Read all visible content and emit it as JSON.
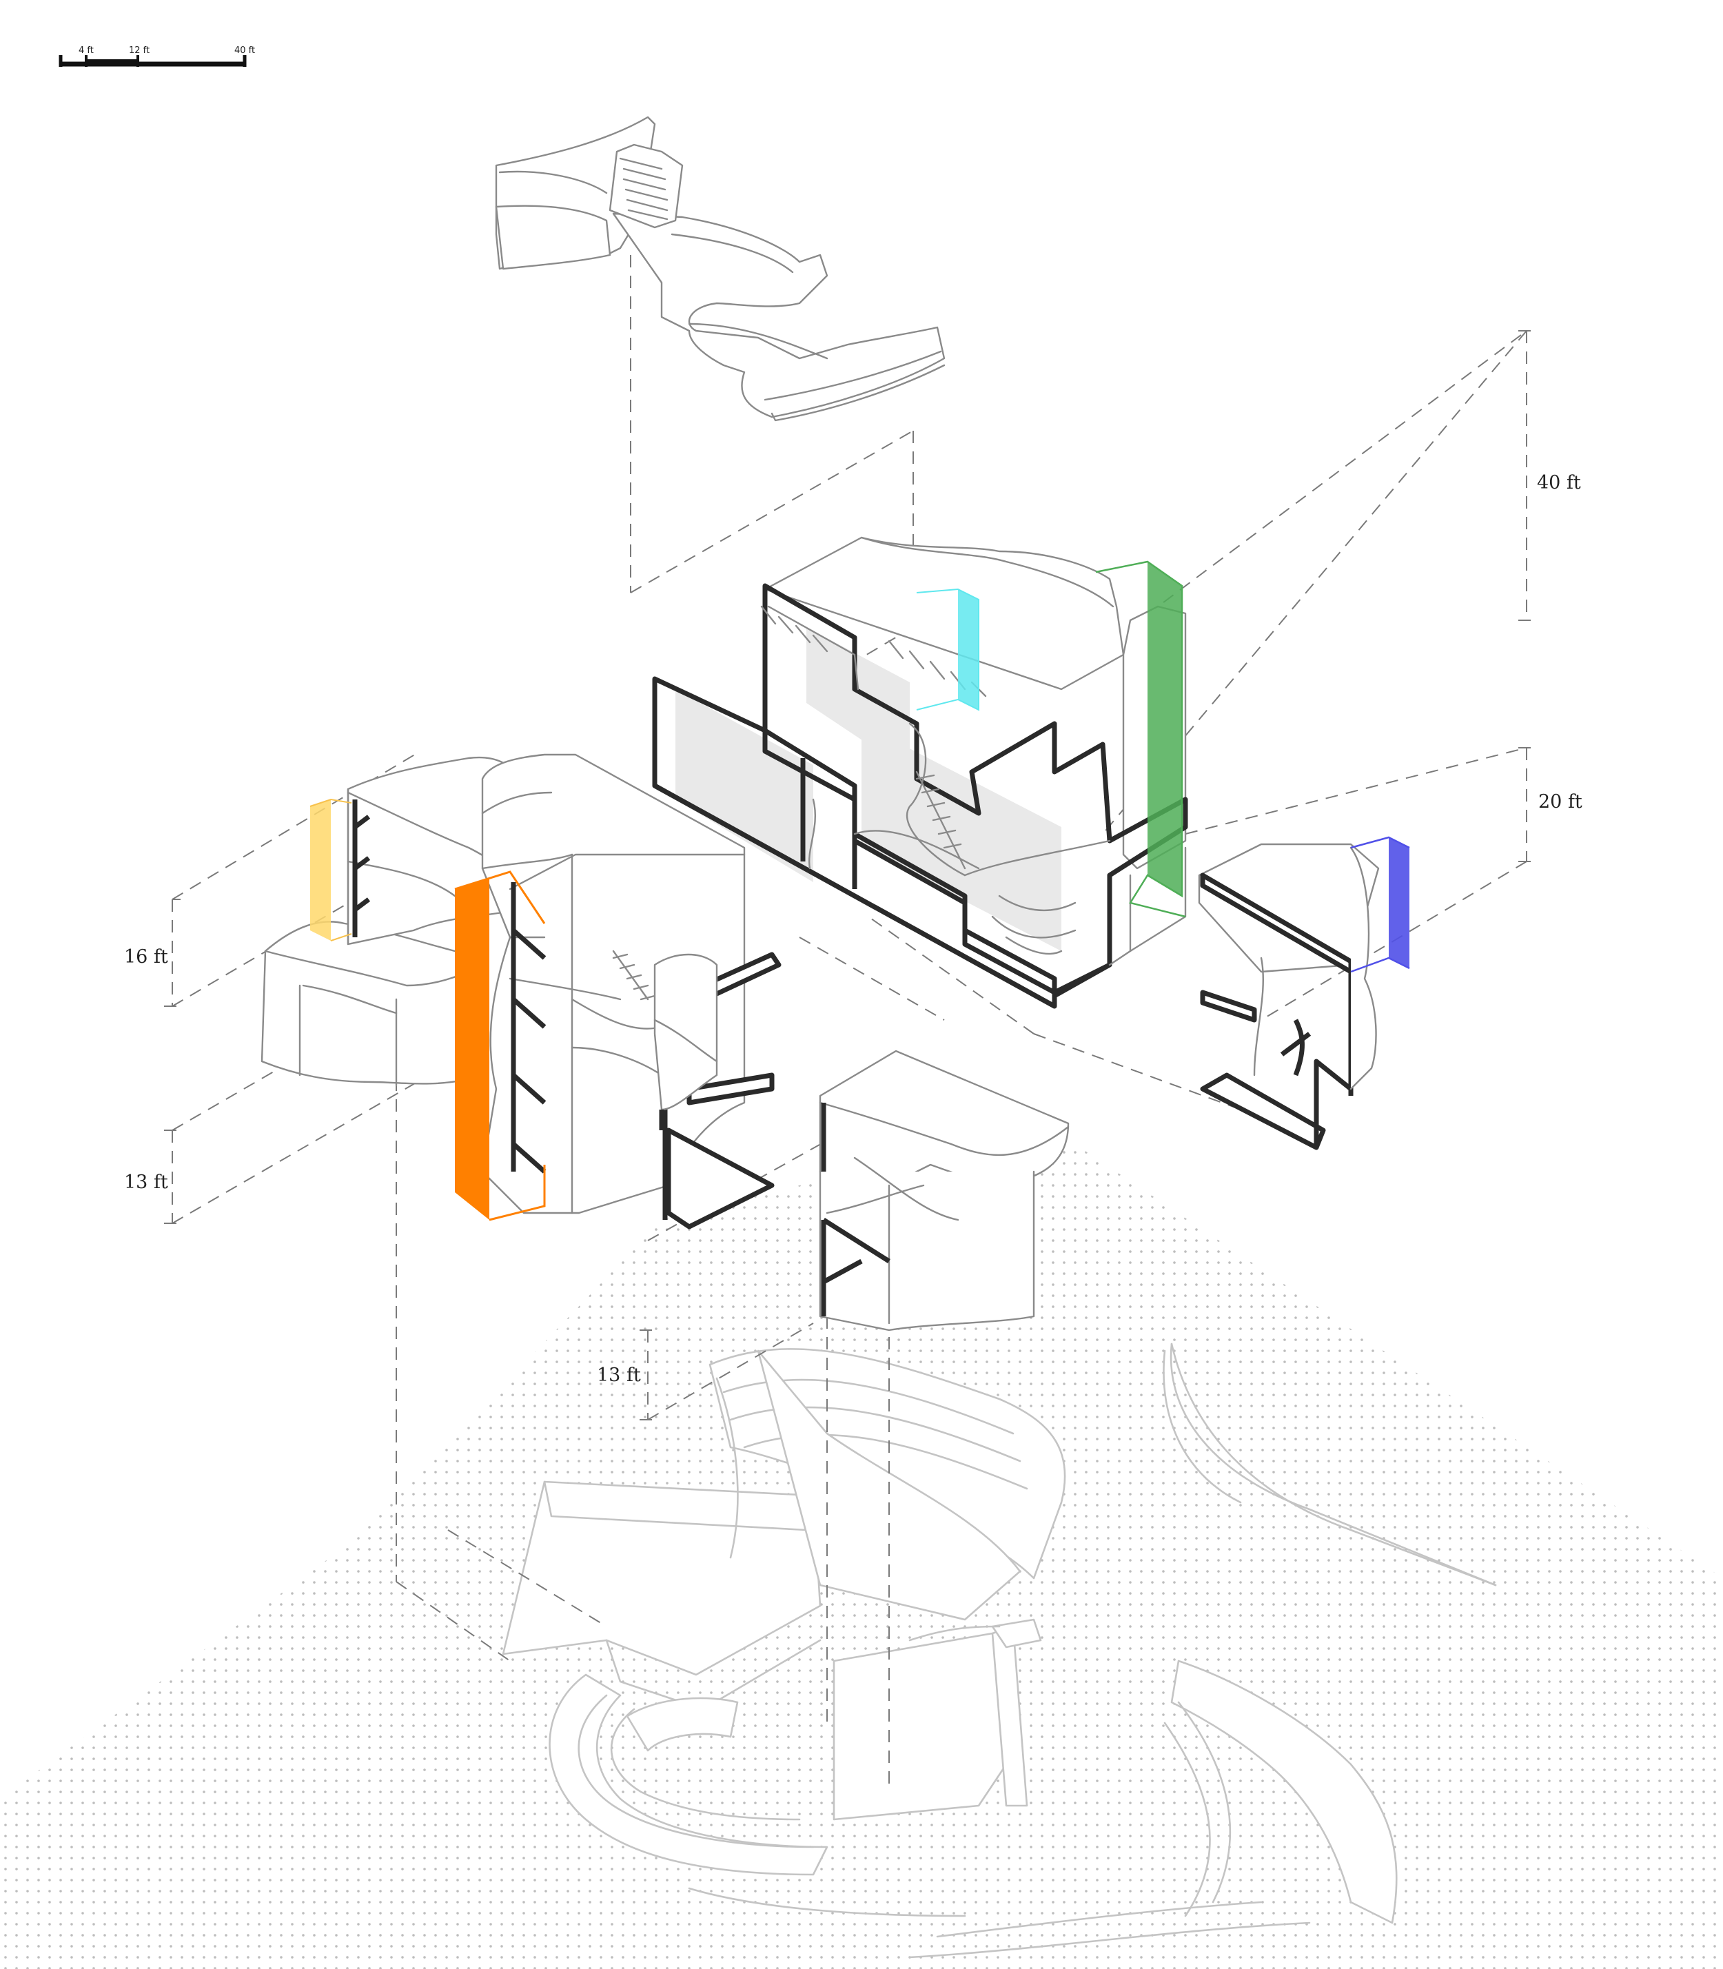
{
  "scale_bar": {
    "labels": [
      "4 ft",
      "12 ft",
      "40 ft"
    ]
  },
  "dimensions": {
    "upper_height": "40 ft",
    "right_volume_height": "20 ft",
    "left_upper_height": "16 ft",
    "left_lower_height": "13 ft",
    "front_volume_height": "13 ft"
  },
  "colors": {
    "background": "#ffffff",
    "line": "#2a2a2a",
    "ghost_line": "#c4c4c4",
    "dot_pattern": "#bdbdbd",
    "orange_core": "#ff8000",
    "yellow_panel": "#ffd86b",
    "cyan_panel": "#5fe8ee",
    "green_panel": "#4fae57",
    "blue_panel": "#5050e8"
  },
  "icons": [
    "scale-bar-icon",
    "dashed-projection-lines",
    "dotted-ground-plane"
  ]
}
